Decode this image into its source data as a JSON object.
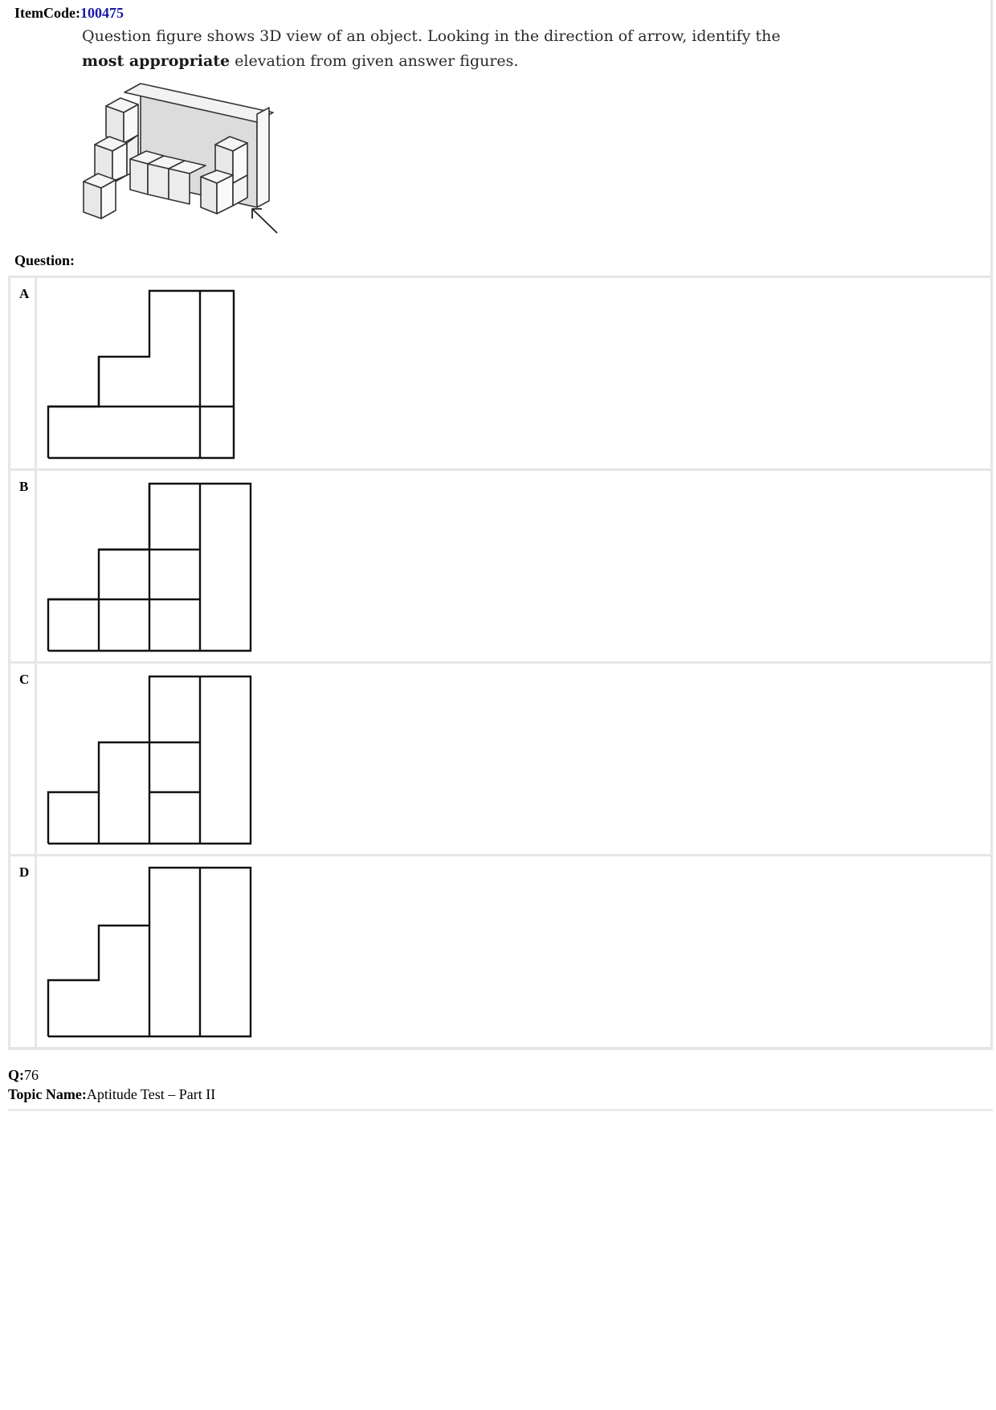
{
  "item": {
    "code_label": "ItemCode:",
    "code_value": "100475",
    "question_line1": "Question figure shows 3D view of an object.  Looking in the direction of arrow,  identify the",
    "question_bold": "most appropriate",
    "question_line2_rest": " elevation from given answer figures.",
    "question_label": "Question:"
  },
  "options": [
    {
      "letter": "A"
    },
    {
      "letter": "B"
    },
    {
      "letter": "C"
    },
    {
      "letter": "D"
    }
  ],
  "footer": {
    "q_label": "Q:",
    "q_value": "76",
    "topic_label": "Topic Name:",
    "topic_value": "Aptitude Test – Part II"
  }
}
